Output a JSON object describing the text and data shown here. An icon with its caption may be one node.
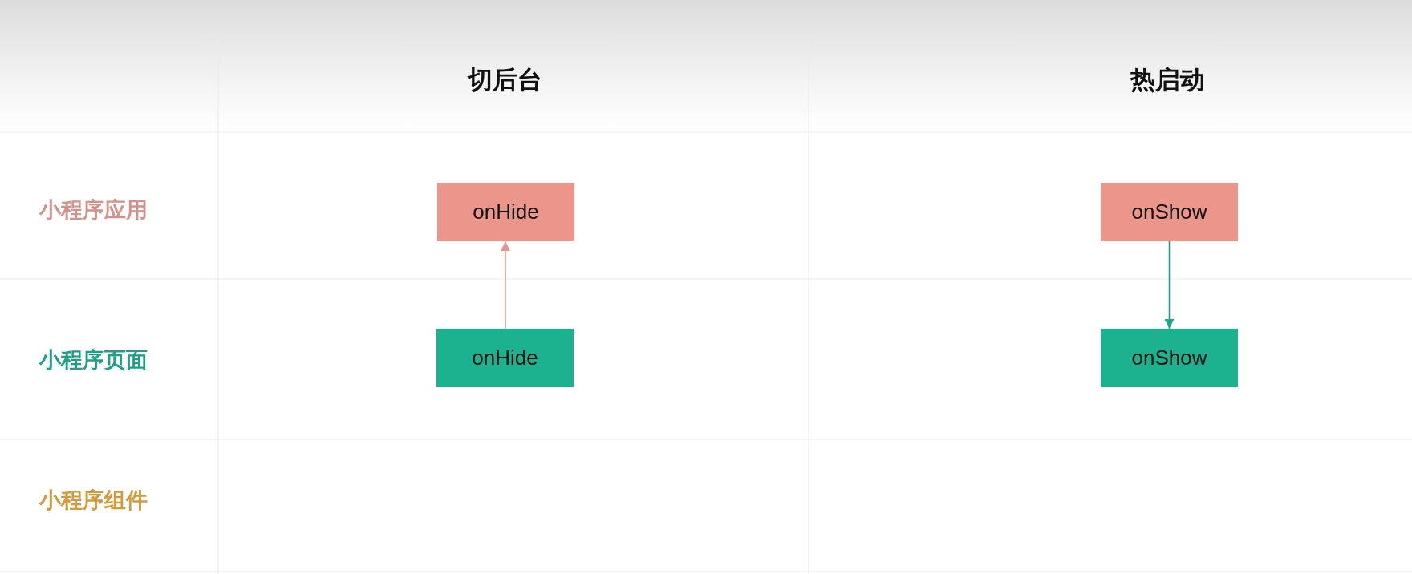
{
  "diagram": {
    "nodes": [
      {
        "text": [
          "onHide"
        ]
      },
      {
        "text": [
          "onShow"
        ]
      },
      {
        "text": [
          "onHide"
        ]
      },
      {
        "text": [
          "onShow"
        ]
      }
    ],
    "edges": [
      {
        "from": 2,
        "to": 0,
        "arrow": "to",
        "color": "#e0978f"
      },
      {
        "from": 1,
        "to": 3,
        "arrow": "to",
        "color": "#1fa58a"
      }
    ],
    "labels": [
      "切后台",
      "热启动",
      "小程序应用",
      "小程序页面",
      "小程序组件"
    ]
  }
}
